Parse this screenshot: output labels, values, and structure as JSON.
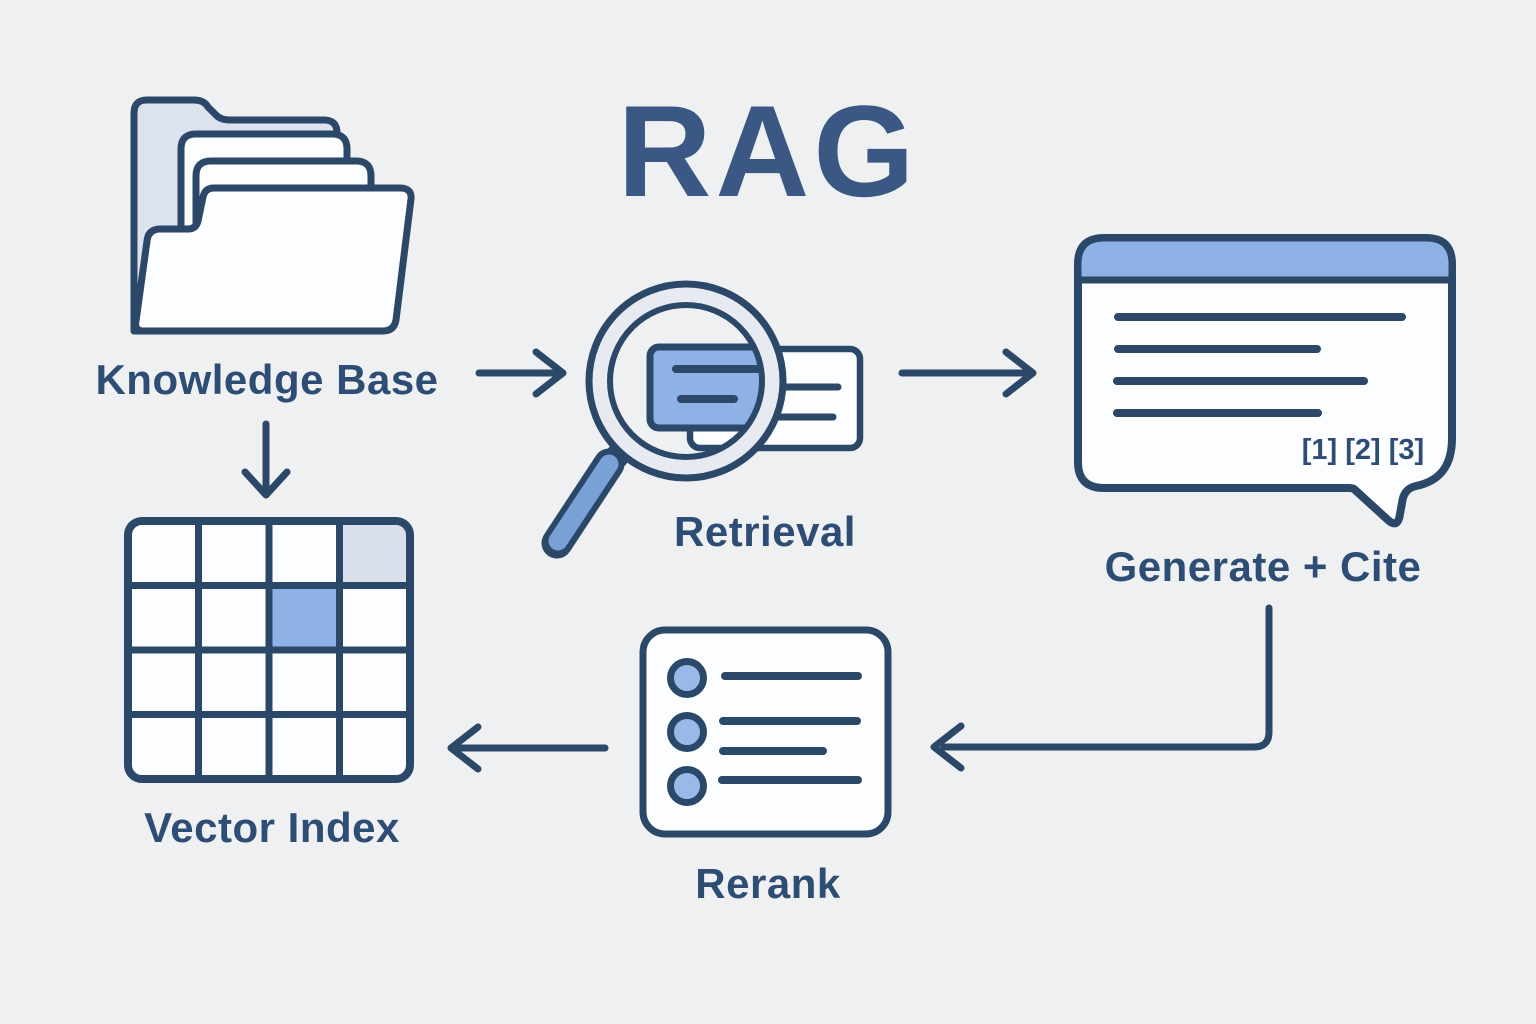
{
  "title": "RAG",
  "colors": {
    "bg": "#eff0f2",
    "outline": "#2b4869",
    "label": "#2e4d74",
    "title": "#3a5883",
    "accent": "#8fb2e6",
    "handle": "#79a1d6",
    "light": "#dde2ef",
    "lightcell": "#d9dfeb",
    "ringlight": "#e7eaf1",
    "card": "#fcfdff",
    "bullet": "#9bb9e8"
  },
  "nodes": {
    "knowledge_base": {
      "label": "Knowledge Base",
      "icon": "folder-stack-icon"
    },
    "retrieval": {
      "label": "Retrieval",
      "icon": "magnifier-document-icon"
    },
    "generate_cite": {
      "label": "Generate + Cite",
      "icon": "chat-window-icon",
      "citations": "[1] [2] [3]"
    },
    "rerank": {
      "label": "Rerank",
      "icon": "ranked-list-icon"
    },
    "vector_index": {
      "label": "Vector Index",
      "icon": "vector-grid-icon"
    }
  },
  "edges": [
    {
      "from": "knowledge_base",
      "to": "retrieval"
    },
    {
      "from": "retrieval",
      "to": "generate_cite"
    },
    {
      "from": "generate_cite",
      "to": "rerank"
    },
    {
      "from": "rerank",
      "to": "vector_index"
    },
    {
      "from": "knowledge_base",
      "to": "vector_index"
    }
  ]
}
